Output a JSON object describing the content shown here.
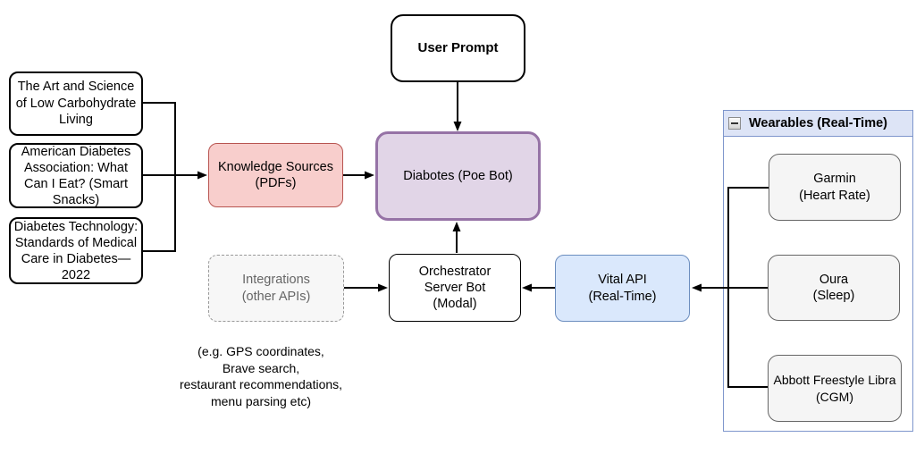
{
  "nodes": {
    "user_prompt": {
      "label": "User Prompt"
    },
    "source_book_1": {
      "label": "The Art and Science\nof Low Carbohydrate\nLiving"
    },
    "source_book_2": {
      "label": "American Diabetes\nAssociation: What\nCan I Eat? (Smart\nSnacks)"
    },
    "source_book_3": {
      "label": "Diabetes Technology:\nStandards of Medical\nCare in Diabetes—\n2022"
    },
    "knowledge_sources": {
      "label": "Knowledge Sources\n(PDFs)"
    },
    "diabotes": {
      "label": "Diabotes (Poe Bot)"
    },
    "integrations": {
      "label": "Integrations\n(other APIs)"
    },
    "orchestrator": {
      "label": "Orchestrator\nServer Bot\n(Modal)"
    },
    "vital_api": {
      "label": "Vital API\n(Real-Time)"
    }
  },
  "wearables": {
    "title": "Wearables (Real-Time)",
    "collapse_icon": "minus",
    "items": [
      {
        "label": "Garmin\n(Heart Rate)"
      },
      {
        "label": "Oura\n(Sleep)"
      },
      {
        "label": "Abbott Freestyle Libra\n(CGM)"
      }
    ]
  },
  "caption": "(e.g. GPS coordinates,\nBrave search,\nrestaurant recommendations,\nmenu parsing etc)",
  "colors": {
    "knowledge_sources_fill": "#f8cecc",
    "knowledge_sources_stroke": "#b85450",
    "diabotes_fill": "#e1d5e7",
    "diabotes_stroke": "#9673a6",
    "vital_api_fill": "#dae8fc",
    "vital_api_stroke": "#6c8ebf",
    "integrations_fill": "#f7f7f7",
    "integrations_stroke": "#999999",
    "wearable_item_fill": "#f5f5f5",
    "wearable_item_stroke": "#666666",
    "container_stroke": "#7e96cc",
    "container_header_fill": "#dde4f6",
    "connector": "#000000"
  }
}
